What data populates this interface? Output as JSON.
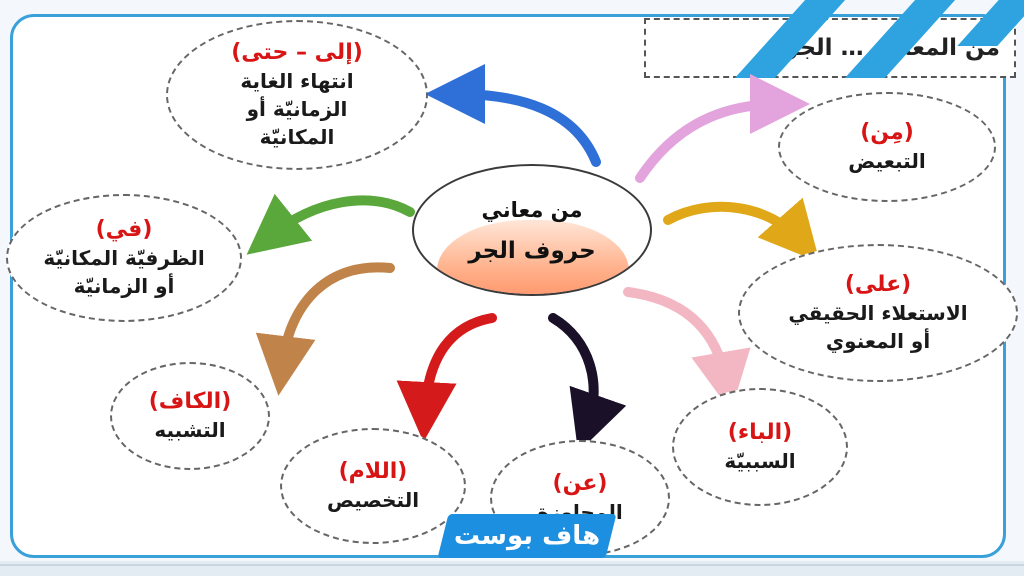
{
  "title": "من المعاني … الجرّ:",
  "center": {
    "line1": "من معاني",
    "line2": "حروف الجر"
  },
  "bubbles": {
    "ila": {
      "head": "(إلى – حتى)",
      "lines": [
        "انتهاء الغاية",
        "الزمانيّة أو",
        "المكانيّة"
      ]
    },
    "fi": {
      "head": "(في)",
      "lines": [
        "الظرفيّة المكانيّة",
        "أو الزمانيّة"
      ]
    },
    "kaf": {
      "head": "(الكاف)",
      "lines": [
        "التشبيه"
      ]
    },
    "lam": {
      "head": "(اللام)",
      "lines": [
        "التخصيص"
      ]
    },
    "an": {
      "head": "(عن)",
      "lines": [
        "المجاوزة"
      ]
    },
    "ba": {
      "head": "(الباء)",
      "lines": [
        "السببيّة"
      ]
    },
    "ala": {
      "head": "(على)",
      "lines": [
        "الاستعلاء الحقيقي",
        "أو المعنوي"
      ]
    },
    "min": {
      "head": "(مِن)",
      "lines": [
        "التبعيض"
      ]
    }
  },
  "watermark": "هاف بوست",
  "colors": {
    "frame": "#3aa0da",
    "heading_red": "#d81414",
    "arrow_blue": "#2f6fd8",
    "arrow_green": "#5aa83c",
    "arrow_brown": "#c0844a",
    "arrow_red": "#d41a1a",
    "arrow_black": "#1a1028",
    "arrow_pink": "#f2b7c3",
    "arrow_gold": "#e0a818",
    "arrow_lilac": "#e3a4dd",
    "center_fill": "#ff7a4c"
  }
}
